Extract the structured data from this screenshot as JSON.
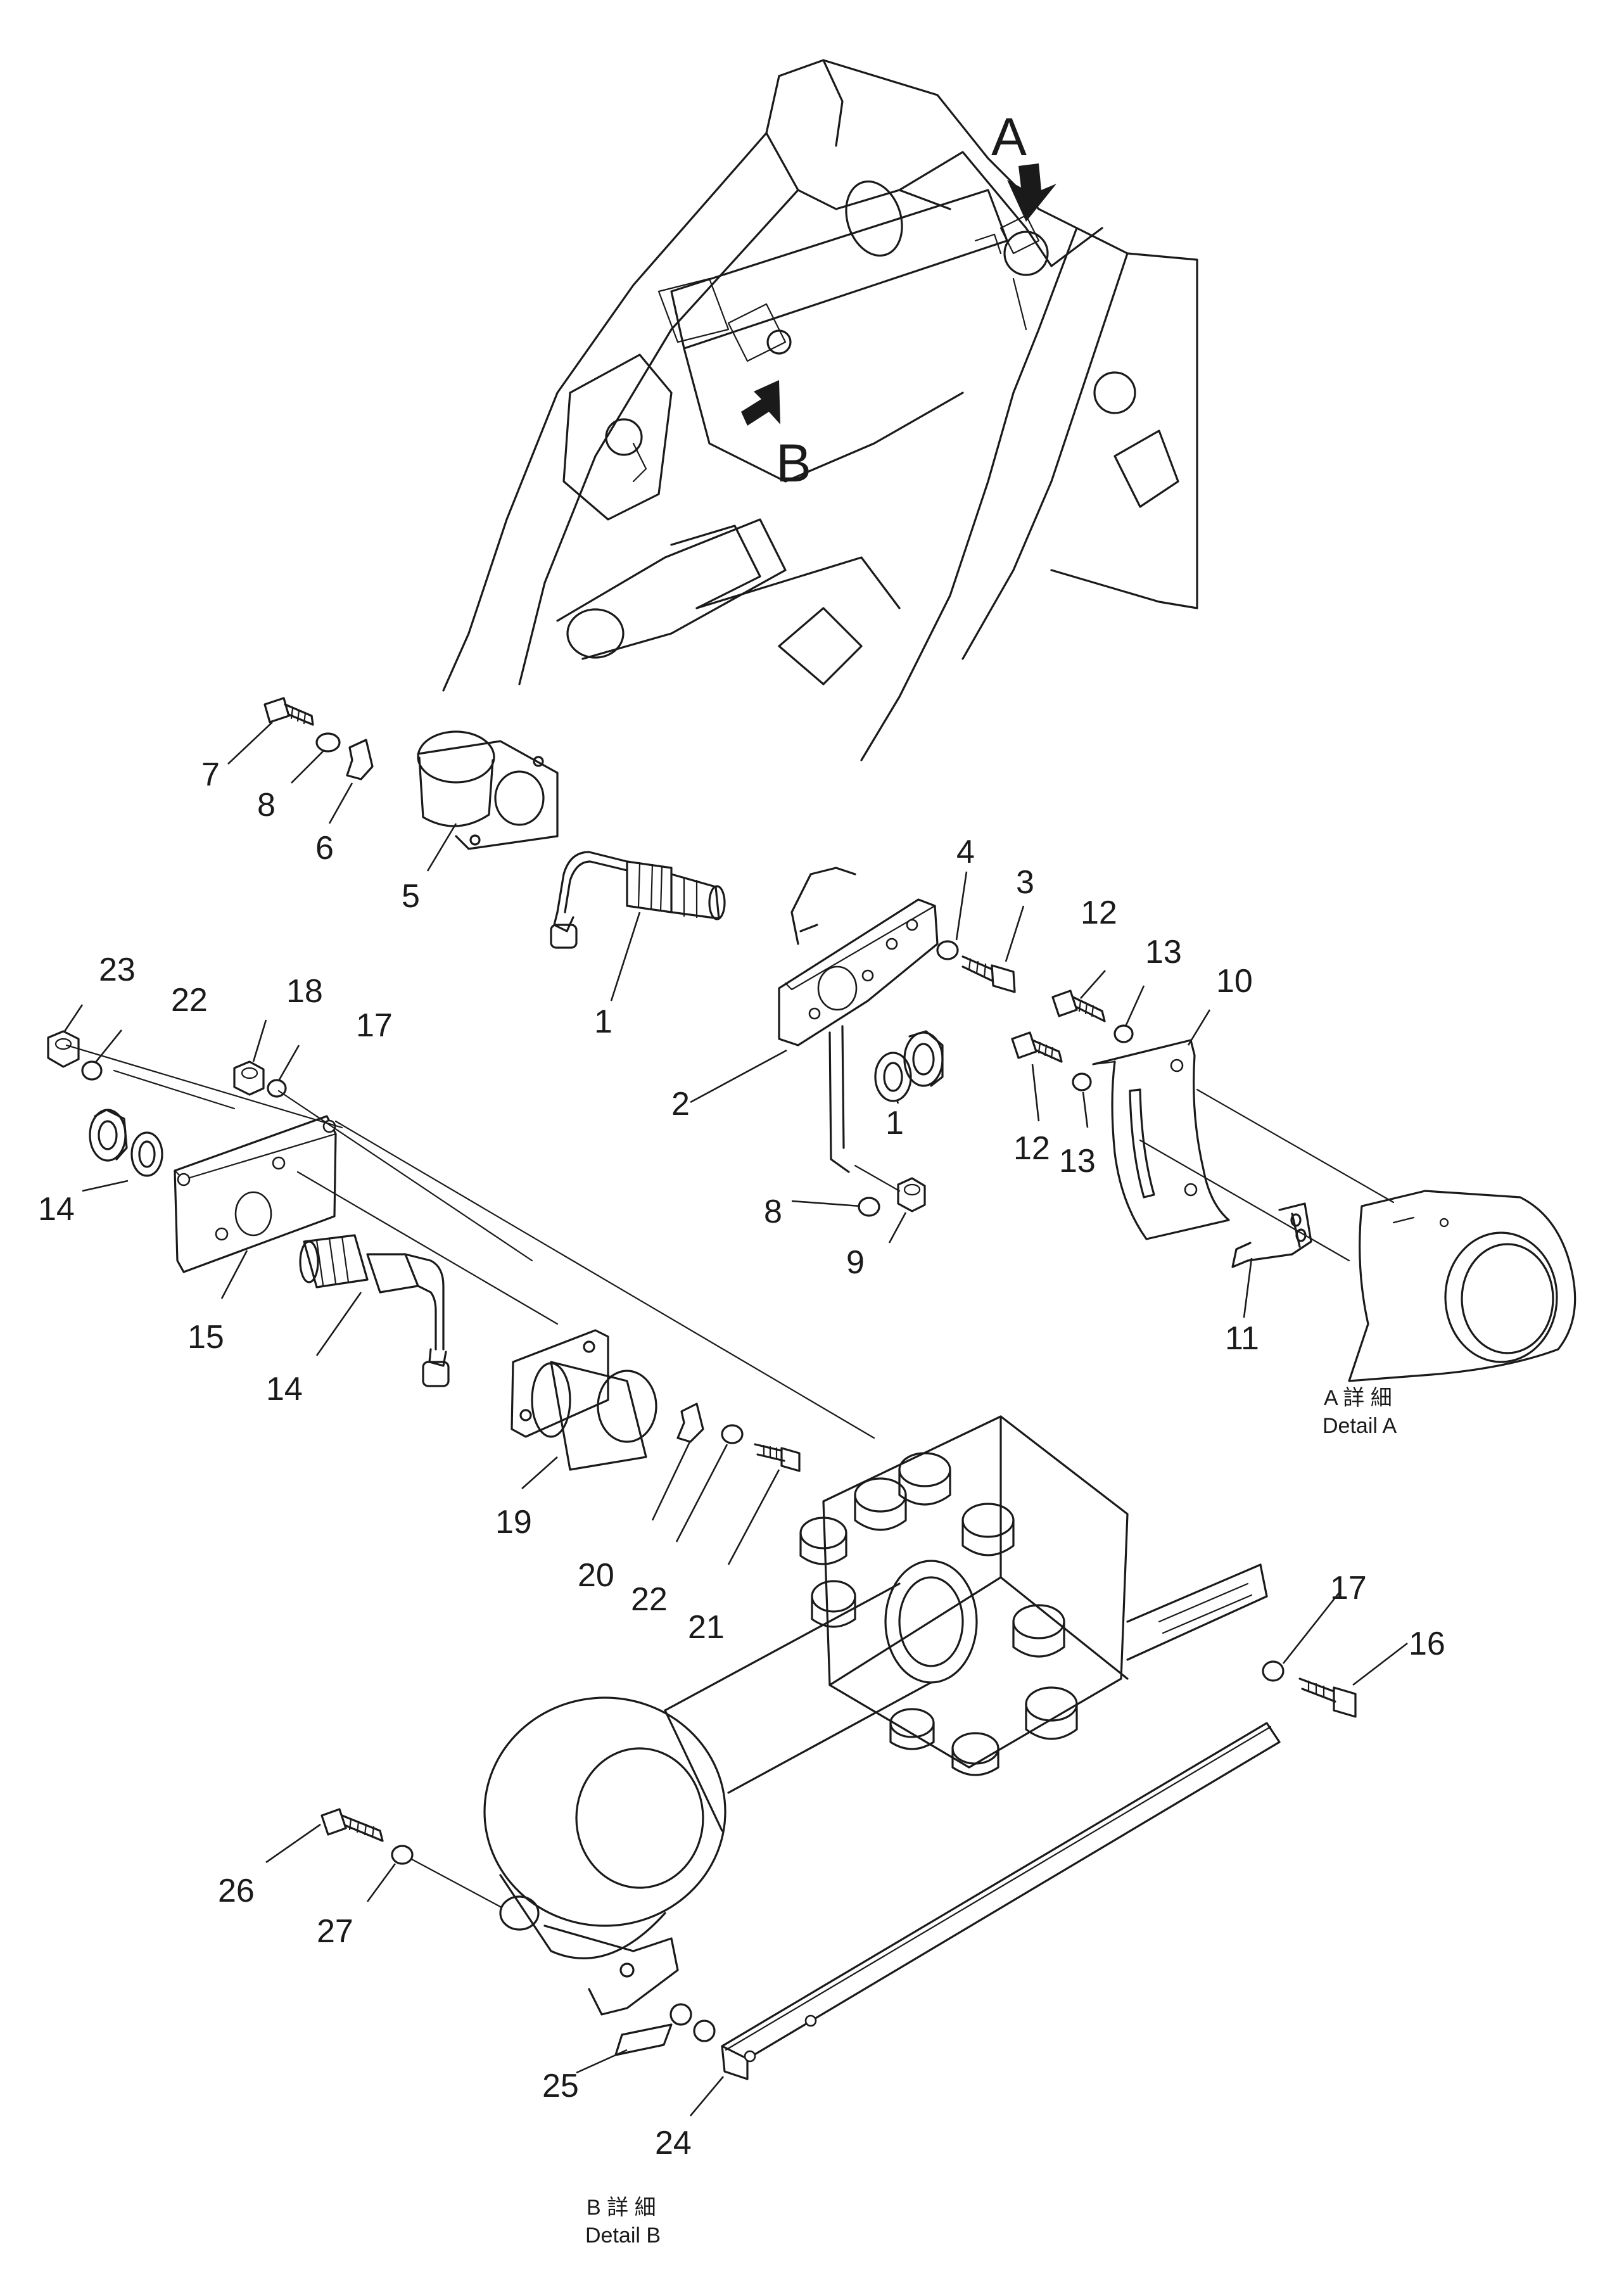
{
  "callouts": {
    "A": "A",
    "B": "B",
    "n1a": "1",
    "n1b": "1",
    "n2": "2",
    "n3": "3",
    "n4": "4",
    "n5": "5",
    "n6": "6",
    "n7": "7",
    "n8a": "8",
    "n8b": "8",
    "n9": "9",
    "n10": "10",
    "n11": "11",
    "n12a": "12",
    "n12b": "12",
    "n13a": "13",
    "n13b": "13",
    "n14a": "14",
    "n14b": "14",
    "n15": "15",
    "n16": "16",
    "n17a": "17",
    "n17b": "17",
    "n18": "18",
    "n19": "19",
    "n20": "20",
    "n21": "21",
    "n22a": "22",
    "n22b": "22",
    "n23": "23",
    "n24": "24",
    "n25": "25",
    "n26": "26",
    "n27": "27"
  },
  "details": {
    "a_jp": "A 詳 細",
    "a_en": "Detail A",
    "b_jp": "B 詳 細",
    "b_en": "Detail B"
  }
}
